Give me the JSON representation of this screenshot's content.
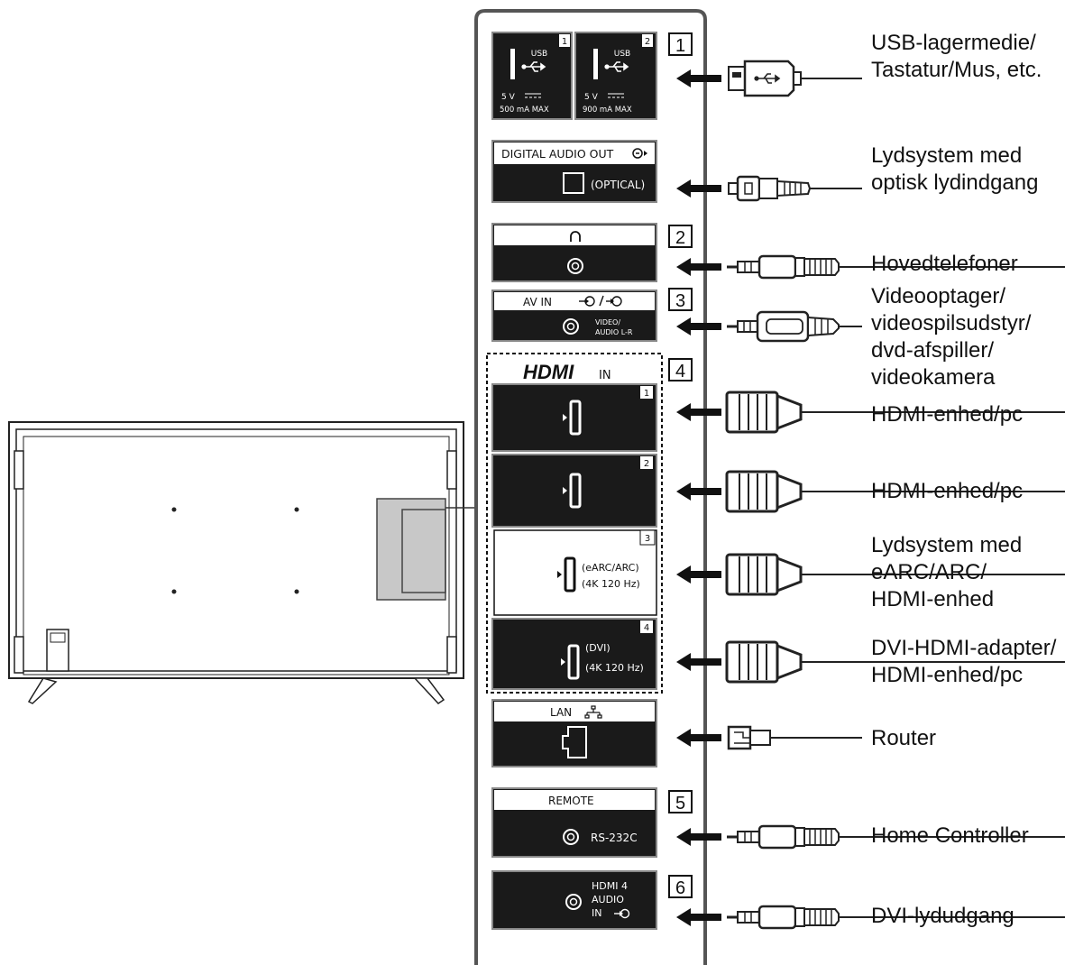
{
  "ports": {
    "usb1": {
      "type": "USB",
      "index": "1",
      "power_v": "5 V",
      "power_ma": "500 mA MAX"
    },
    "usb2": {
      "type": "USB",
      "index": "2",
      "power_v": "5 V",
      "power_ma": "900 mA MAX"
    },
    "optical": {
      "title": "DIGITAL AUDIO OUT",
      "sub": "(OPTICAL)"
    },
    "av": {
      "title": "AV IN",
      "line1": "VIDEO/",
      "line2": "AUDIO L-R"
    },
    "hdmi": {
      "title": "IN",
      "p1": {
        "index": "1"
      },
      "p2": {
        "index": "2"
      },
      "p3": {
        "index": "3",
        "line1": "(eARC/ARC)",
        "line2": "(4K 120 Hz)"
      },
      "p4": {
        "index": "4",
        "line1": "(DVI)",
        "line2": "(4K 120 Hz)"
      }
    },
    "lan": {
      "title": "LAN"
    },
    "remote": {
      "title": "REMOTE",
      "sub": "RS-232C"
    },
    "hdmi4audio": {
      "line1": "HDMI 4",
      "line2": "AUDIO",
      "line3": "IN"
    }
  },
  "callouts": [
    "1",
    "2",
    "3",
    "4",
    "5",
    "6"
  ],
  "devices": {
    "usb": [
      "USB-lagermedie/",
      "Tastatur/Mus, etc."
    ],
    "optical": [
      "Lydsystem med",
      "optisk lydindgang"
    ],
    "headphones": [
      "Hovedtelefoner"
    ],
    "av": [
      "Videooptager/",
      "videospilsudstyr/",
      "dvd-afspiller/",
      "videokamera"
    ],
    "hdmi1": [
      "HDMI-enhed/pc"
    ],
    "hdmi2": [
      "HDMI-enhed/pc"
    ],
    "hdmi3": [
      "Lydsystem med",
      "eARC/ARC/",
      "HDMI-enhed"
    ],
    "hdmi4": [
      "DVI-HDMI-adapter/",
      "HDMI-enhed/pc"
    ],
    "lan": [
      "Router"
    ],
    "remote": [
      "Home Controller"
    ],
    "hdmi4audio": [
      "DVI-lydudgang"
    ]
  },
  "colors": {
    "line": "#222222",
    "panel_dark": "#1a1a1a",
    "highlight": "#c8c8c8"
  },
  "icons": [
    "usb-icon",
    "headphone-icon",
    "input-icon",
    "network-icon",
    "arrow-left-icon",
    "usb-plug-icon",
    "optical-plug-icon",
    "mini-jack-plug-icon",
    "hdmi-plug-icon",
    "lan-plug-icon"
  ]
}
